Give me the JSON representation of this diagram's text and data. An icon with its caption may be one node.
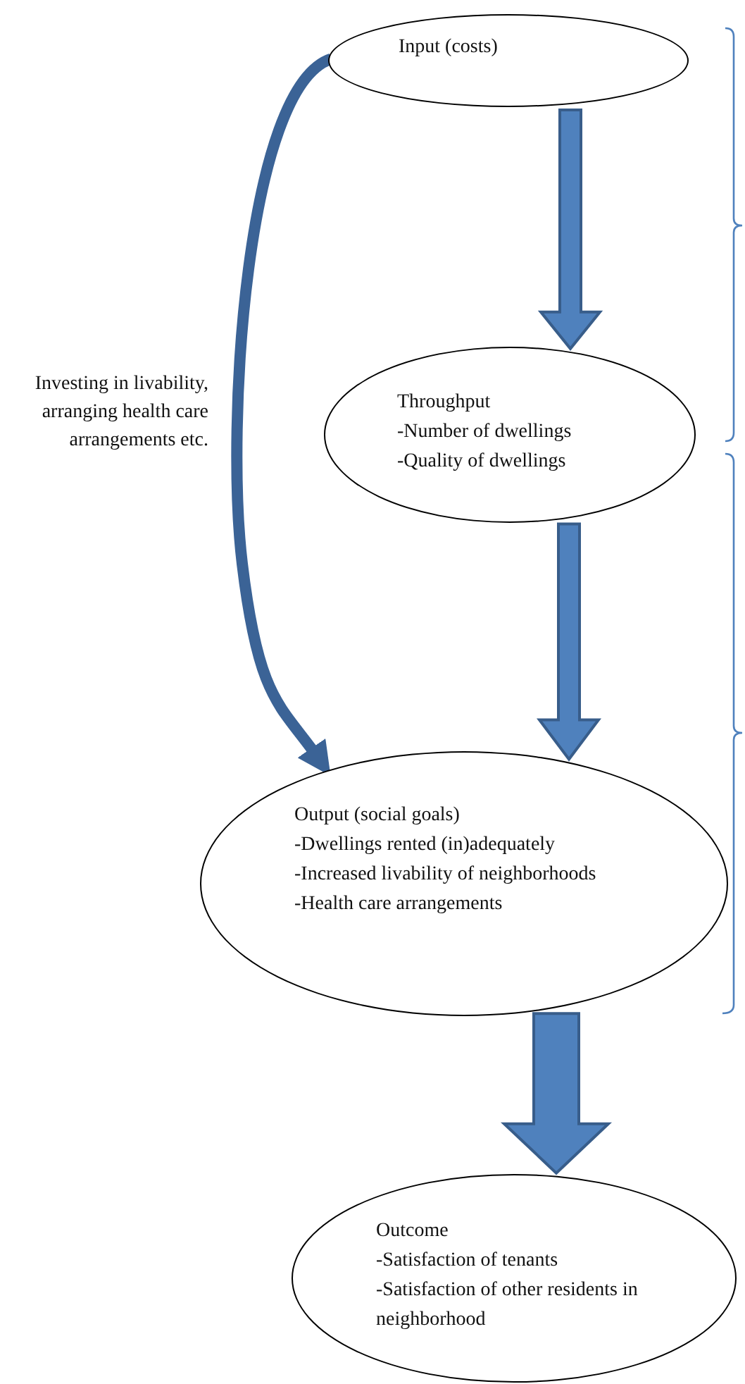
{
  "diagram": {
    "nodes": [
      {
        "text": [
          "Input (costs)"
        ]
      },
      {
        "text": [
          "Throughput",
          "-Number of dwellings",
          "-Quality of dwellings"
        ]
      },
      {
        "text": [
          "Output (social goals)",
          "-Dwellings rented (in)adequately",
          "-Increased livability of neighborhoods",
          "-Health care arrangements"
        ]
      },
      {
        "text": [
          "Outcome",
          "-Satisfaction of tenants",
          "-Satisfaction of other residents in neighborhood"
        ]
      }
    ],
    "edges": [
      {
        "from": 0,
        "to": 1,
        "arrow": "to"
      },
      {
        "from": 1,
        "to": 2,
        "arrow": "to"
      },
      {
        "from": 2,
        "to": 3,
        "arrow": "to"
      },
      {
        "from": 0,
        "to": 2,
        "arrow": "to",
        "label": "Investing in livability, arranging health care arrangements etc."
      }
    ]
  }
}
